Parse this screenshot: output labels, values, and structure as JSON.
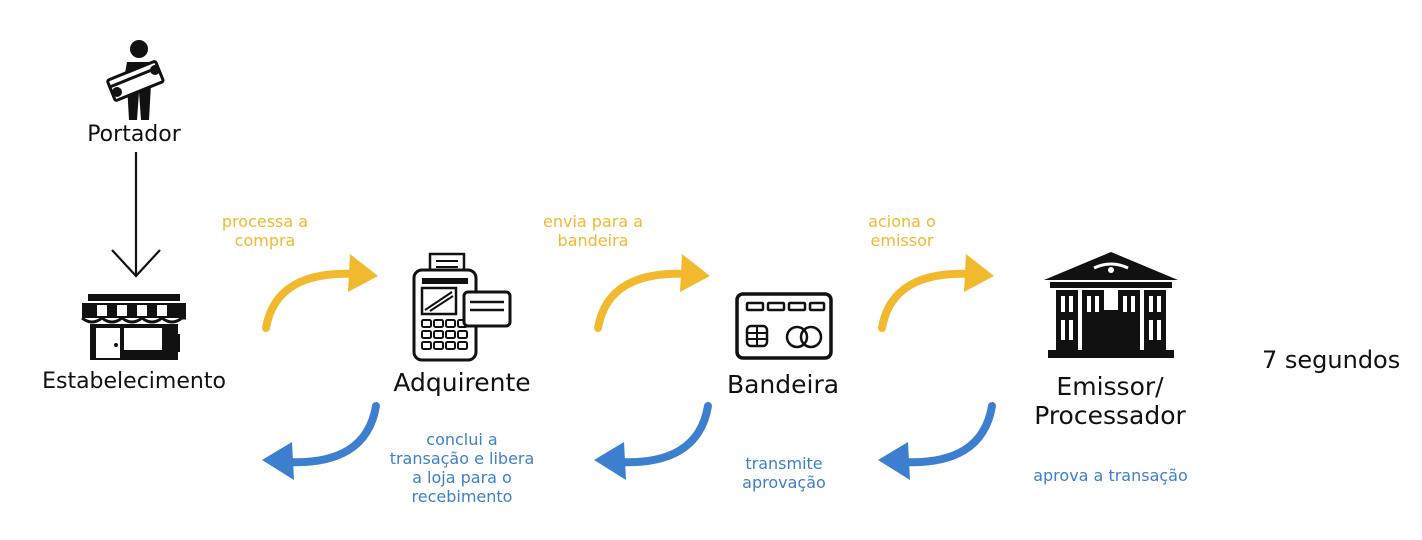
{
  "nodes": {
    "portador": {
      "label": "Portador",
      "icon": "person-holding-card-icon"
    },
    "estabelecimento": {
      "label": "Estabelecimento",
      "icon": "storefront-icon"
    },
    "adquirente": {
      "label": "Adquirente",
      "icon": "card-terminal-icon"
    },
    "bandeira": {
      "label": "Bandeira",
      "icon": "credit-card-icon"
    },
    "emissor": {
      "label": "Emissor/\nProcessador",
      "icon": "bank-building-icon"
    }
  },
  "forward_steps": [
    {
      "label": "processa a\ncompra"
    },
    {
      "label": "envia para a\nbandeira"
    },
    {
      "label": "aciona o\nemissor"
    }
  ],
  "return_steps": [
    {
      "label": "conclui a\ntransação e libera\na loja para o\nrecebimento"
    },
    {
      "label": "transmite\naprovação"
    },
    {
      "label": "aprova a transação"
    }
  ],
  "timing": {
    "label": "7 segundos"
  },
  "colors": {
    "forward_arrow": "#f0b92e",
    "return_arrow": "#3d7fcf",
    "icon": "#111111"
  }
}
